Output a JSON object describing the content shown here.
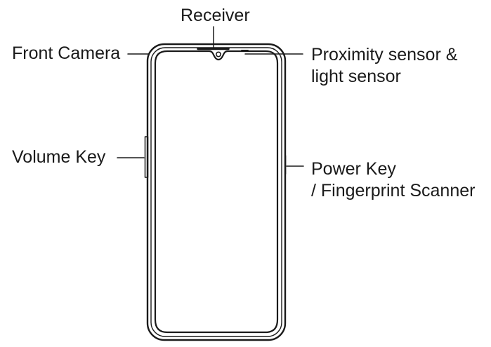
{
  "labels": {
    "receiver": "Receiver",
    "front_camera": "Front Camera",
    "proximity_line1": "Proximity sensor &",
    "proximity_line2": "light sensor",
    "volume_key": "Volume Key",
    "power_line1": "Power Key",
    "power_line2": "/ Fingerprint Scanner"
  },
  "colors": {
    "ink": "#1a1a1a",
    "background": "#ffffff"
  }
}
